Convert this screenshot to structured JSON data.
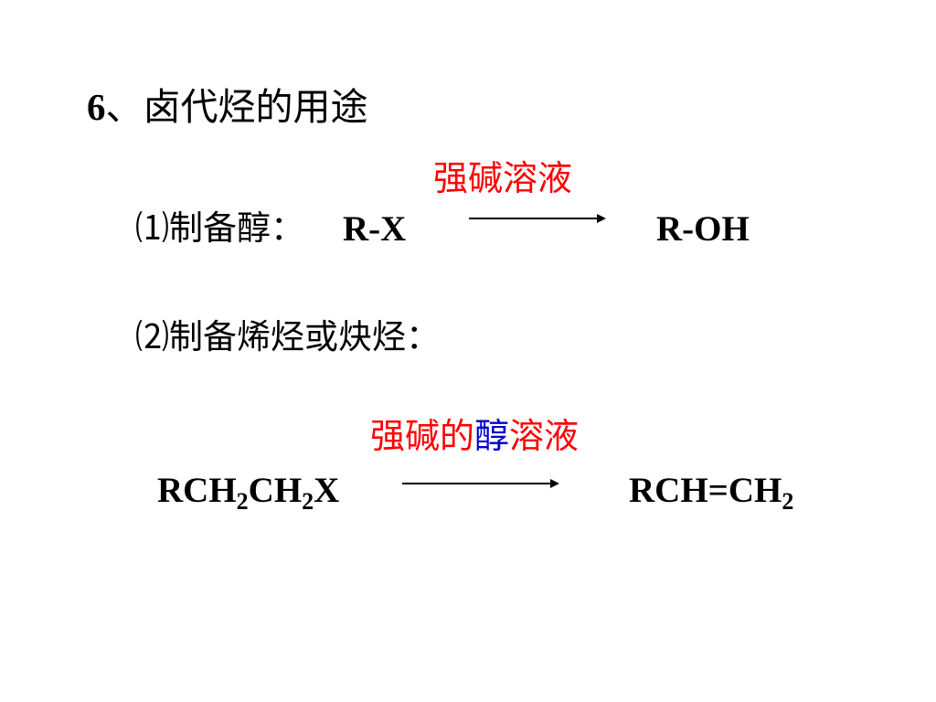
{
  "slide": {
    "title_number": "6",
    "title_text": "、卤代烃的用途",
    "reaction1": {
      "label": "⑴制备醇：",
      "reactant": "R-X",
      "product": "R-OH",
      "condition": "强碱溶液"
    },
    "reaction2": {
      "label": "⑵制备烯烃或炔烃：",
      "condition_part1": "强碱的",
      "condition_part2": "醇",
      "condition_part3": "溶液",
      "reactant": {
        "p1": "RCH",
        "s1": "2",
        "p2": "CH",
        "s2": "2",
        "p3": "X"
      },
      "product": {
        "p1": "RCH=CH",
        "s1": "2"
      }
    }
  },
  "colors": {
    "text": "#000000",
    "condition_red": "#ff0000",
    "condition_blue": "#0000cc"
  }
}
